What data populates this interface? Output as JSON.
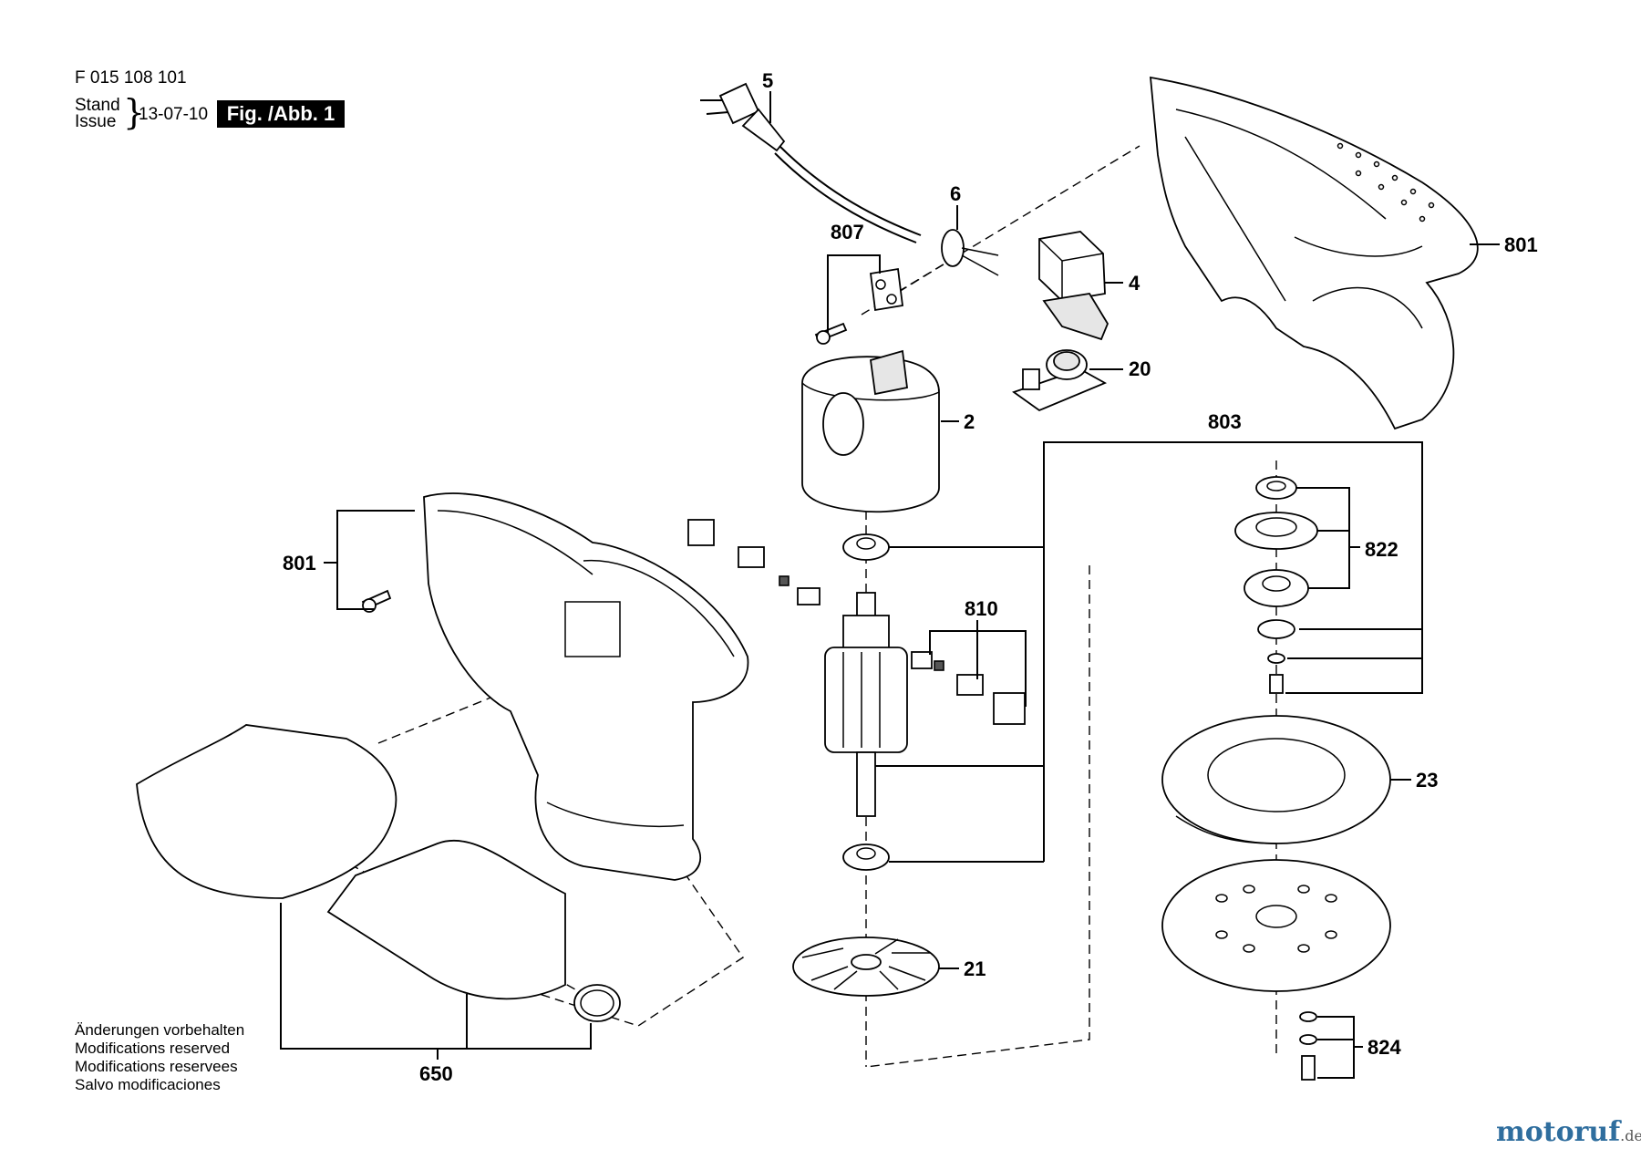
{
  "header": {
    "part_number": "F 015 108 101",
    "stand_label": "Stand",
    "issue_label": "Issue",
    "date": "13-07-10",
    "figure_label": "Fig. /Abb. 1"
  },
  "disclaimer": [
    "Änderungen vorbehalten",
    "Modifications reserved",
    "Modifications reservees",
    "Salvo modificaciones"
  ],
  "logo": {
    "name": "motoruf",
    "tld": ".de"
  },
  "callouts": {
    "c5": "5",
    "c6": "6",
    "c807": "807",
    "c4": "4",
    "c20": "20",
    "c801_top": "801",
    "c2": "2",
    "c803": "803",
    "c801_left": "801",
    "c822": "822",
    "c810": "810",
    "c23": "23",
    "c21": "21",
    "c824": "824",
    "c650": "650"
  }
}
